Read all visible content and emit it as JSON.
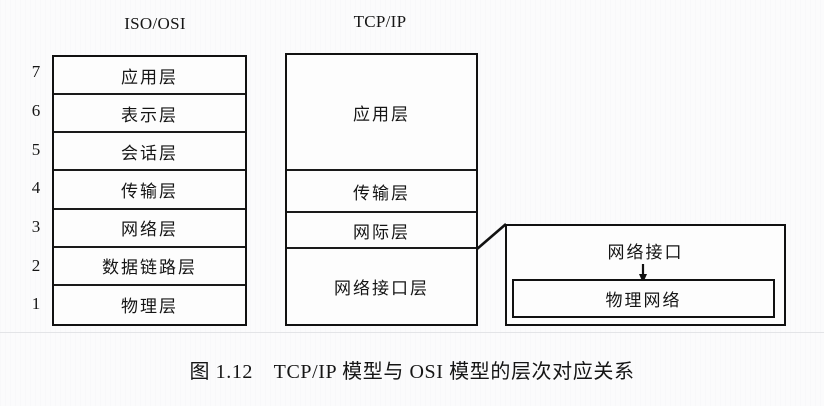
{
  "figure": {
    "caption": "图 1.12　TCP/IP 模型与 OSI 模型的层次对应关系",
    "background_color": "#fbfbfc",
    "ink_color": "#111111"
  },
  "osi": {
    "header": "ISO/OSI",
    "layers": [
      {
        "number": "7",
        "label": "应用层"
      },
      {
        "number": "6",
        "label": "表示层"
      },
      {
        "number": "5",
        "label": "会话层"
      },
      {
        "number": "4",
        "label": "传输层"
      },
      {
        "number": "3",
        "label": "网络层"
      },
      {
        "number": "2",
        "label": "数据链路层"
      },
      {
        "number": "1",
        "label": "物理层"
      }
    ]
  },
  "tcpip": {
    "header": "TCP/IP",
    "layers": [
      {
        "label": "应用层"
      },
      {
        "label": "传输层"
      },
      {
        "label": "网际层"
      },
      {
        "label": "网络接口层"
      }
    ]
  },
  "interface_detail": {
    "label": "网络接口",
    "arrow": "down-arrow",
    "physical_network": "物理网络"
  }
}
